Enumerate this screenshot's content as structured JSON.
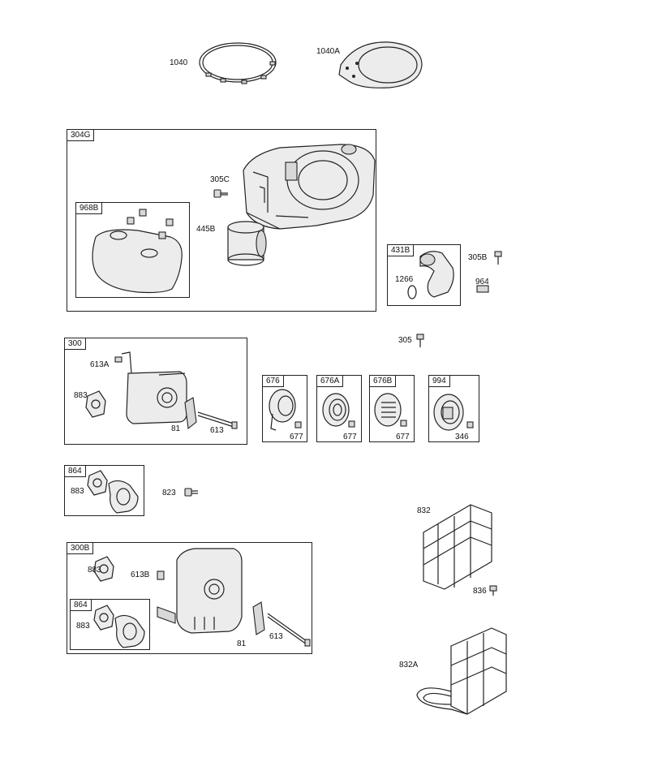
{
  "groups": {
    "g304G": {
      "tag": "304G"
    },
    "g968B": {
      "tag": "968B"
    },
    "g431B": {
      "tag": "431B"
    },
    "g300": {
      "tag": "300"
    },
    "g676": {
      "tag": "676"
    },
    "g676A": {
      "tag": "676A"
    },
    "g676B": {
      "tag": "676B"
    },
    "g994": {
      "tag": "994"
    },
    "g864a": {
      "tag": "864"
    },
    "g300B": {
      "tag": "300B"
    },
    "g864b": {
      "tag": "864"
    }
  },
  "labels": {
    "l1040": "1040",
    "l1040A": "1040A",
    "l305C": "305C",
    "l445B": "445B",
    "l305B": "305B",
    "l1266": "1266",
    "l964": "964",
    "l305": "305",
    "l613A": "613A",
    "l883a": "883",
    "l81a": "81",
    "l613a": "613",
    "l677a": "677",
    "l677b": "677",
    "l677c": "677",
    "l346": "346",
    "l883b": "883",
    "l823": "823",
    "l832": "832",
    "l836": "836",
    "l883c": "883",
    "l613B": "613B",
    "l883d": "883",
    "l81b": "81",
    "l613b": "613",
    "l832A": "832A"
  }
}
